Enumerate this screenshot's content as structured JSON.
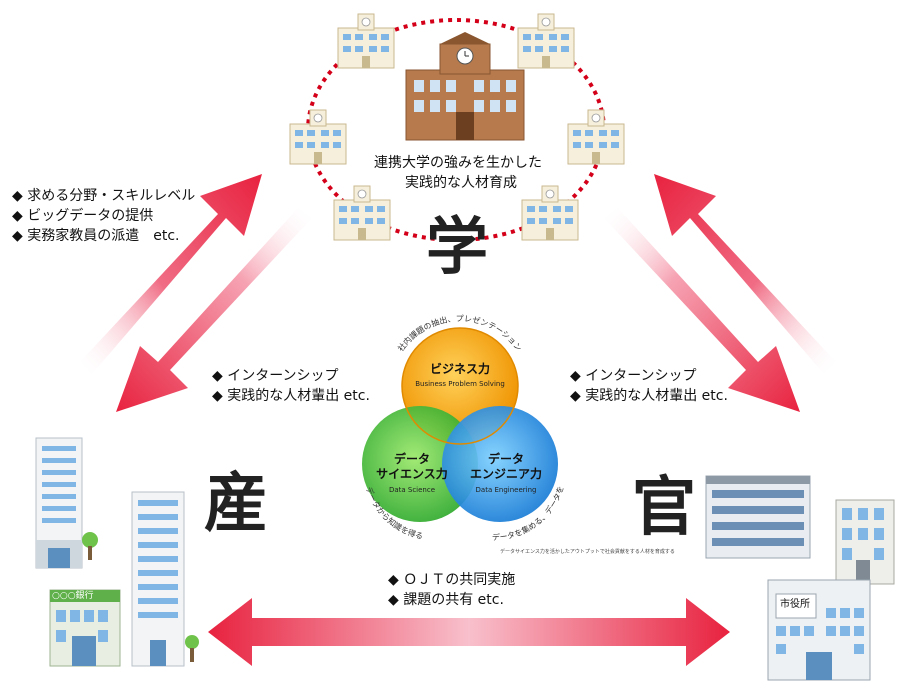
{
  "university": {
    "kanji": "学",
    "caption_line1": "連携大学の強みを生かした",
    "caption_line2": "実践的な人材育成"
  },
  "industry": {
    "kanji": "産",
    "sign": "○○○銀行"
  },
  "government": {
    "kanji": "官",
    "sign": "市役所"
  },
  "industry_to_university": {
    "items": [
      "◆ 求める分野・スキルレベル",
      "◆ ビッグデータの提供",
      "◆ 実務家教員の派遣　etc."
    ]
  },
  "university_to_industry": {
    "items": [
      "◆ インターンシップ",
      "◆ 実践的な人材輩出 etc."
    ]
  },
  "university_to_government": {
    "items": [
      "◆ インターンシップ",
      "◆ 実践的な人材輩出 etc."
    ]
  },
  "industry_government": {
    "items": [
      "◆ ＯＪＴの共同実施",
      "◆ 課題の共有 etc."
    ]
  },
  "venn": {
    "business": {
      "title": "ビジネス力",
      "subtitle": "Business Problem Solving",
      "color": "#f5a100"
    },
    "science": {
      "title_line1": "データ",
      "title_line2": "サイエンス力",
      "subtitle": "Data Science",
      "color": "#3dbb3d"
    },
    "engineering": {
      "title_line1": "データ",
      "title_line2": "エンジニア力",
      "subtitle": "Data Engineering",
      "color": "#1e8fe0"
    },
    "arc_top": "社内課題の抽出、プレゼンテーション",
    "arc_left": "データから知識を得る",
    "arc_right": "データを集める、データを加工・整形する",
    "footnote": "データサイエンス力を活かしたアウトプットで社会貢献をする人材を育成する"
  },
  "colors": {
    "arrow": "#e8223f",
    "arrow_fade": "#f8c8d2",
    "dots": "#d4001a",
    "building_brown": "#b77a4c"
  }
}
